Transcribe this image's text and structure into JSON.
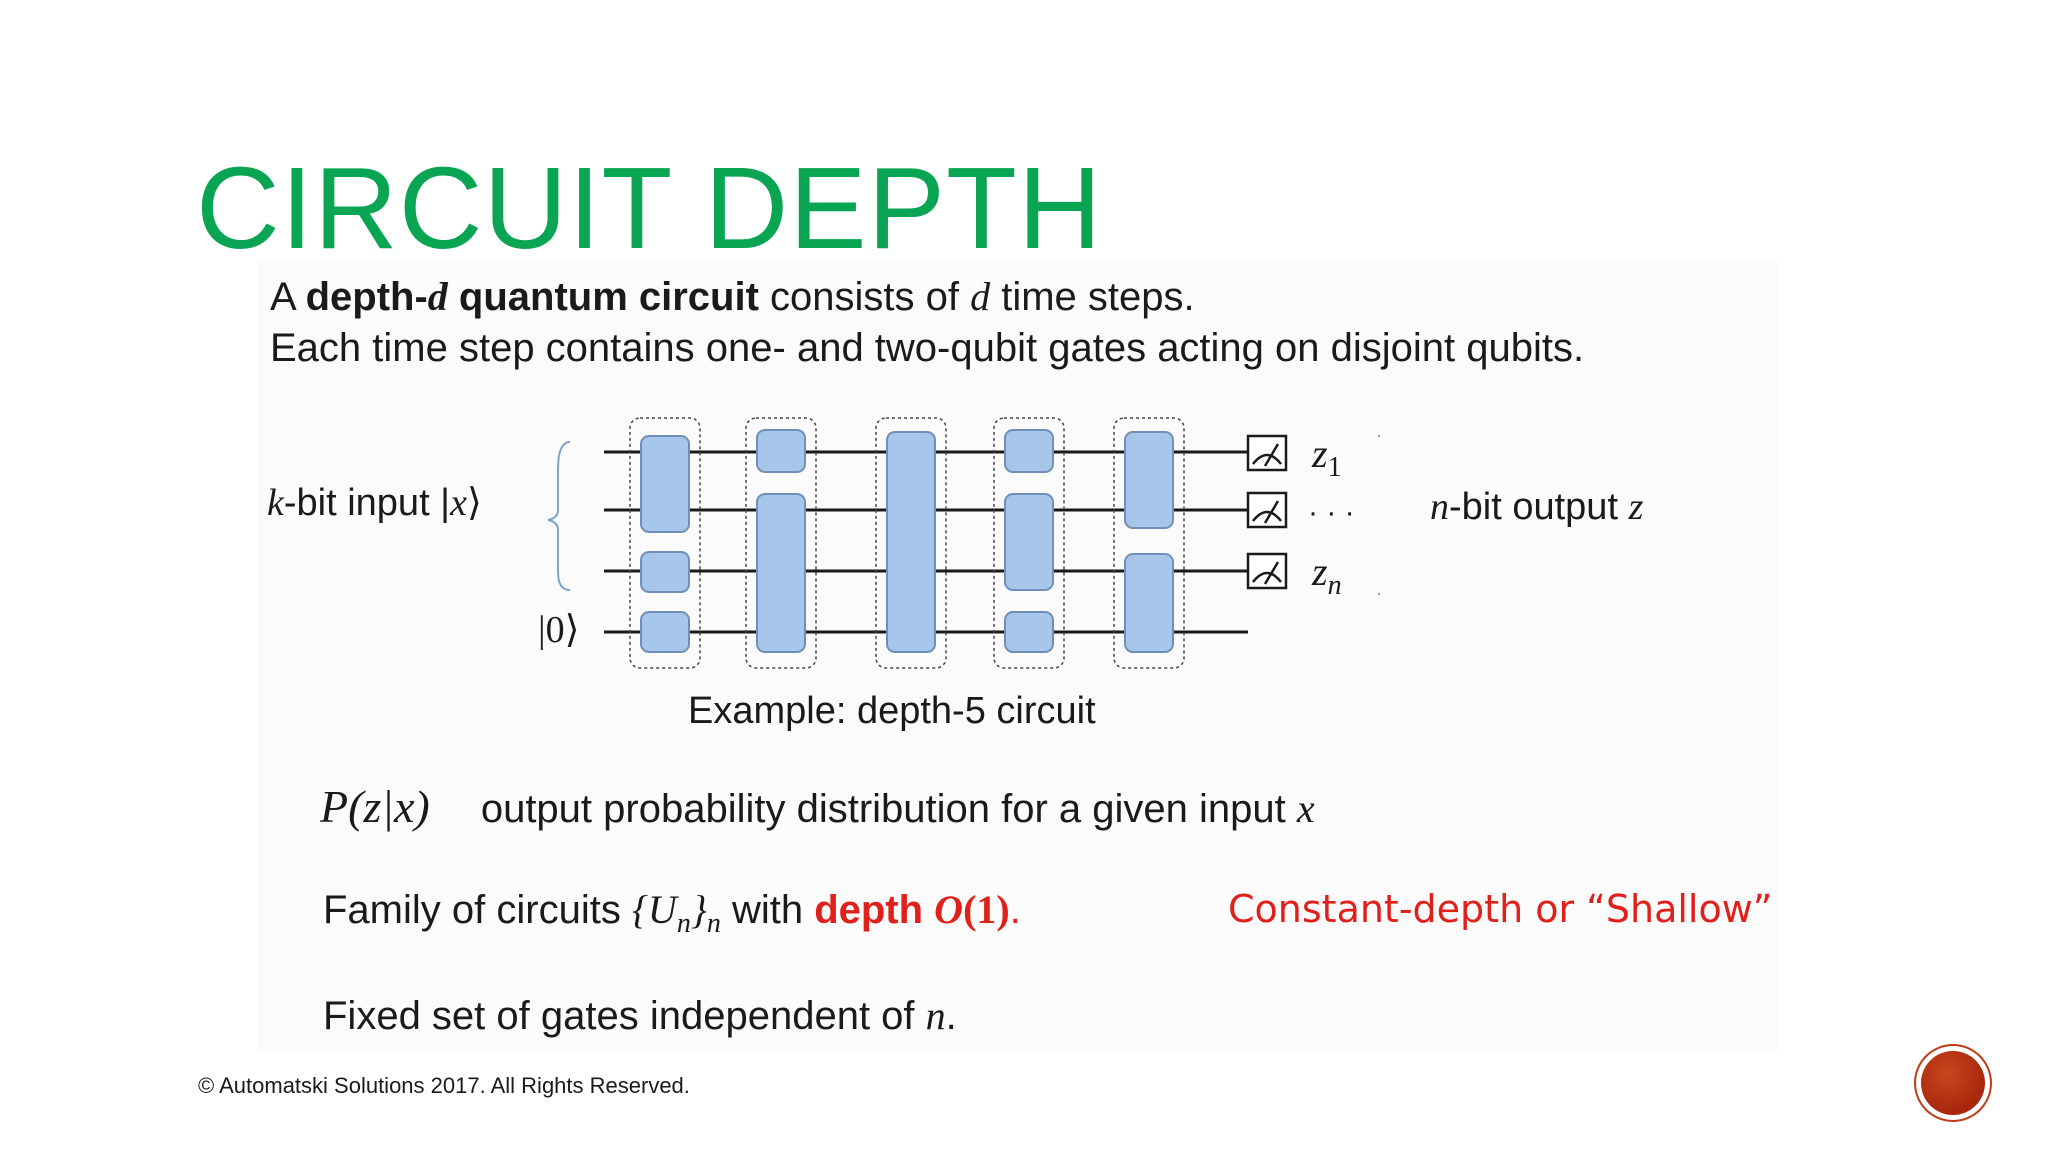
{
  "slide": {
    "title": "CIRCUIT DEPTH",
    "definition": {
      "line1_a": "A ",
      "line1_b": "depth-",
      "line1_c": "d",
      "line1_d": " quantum circuit",
      "line1_e": " consists of ",
      "line1_f": "d",
      "line1_g": " time steps.",
      "line2": "Each time step contains one- and two-qubit gates acting on disjoint qubits."
    },
    "diagram": {
      "input_label_k": "k",
      "input_label_rest": "-bit input |",
      "input_label_x": "x",
      "input_label_close": "⟩",
      "ancilla_label": "|0⟩",
      "output_z1": "z",
      "output_z1_sub": "1",
      "output_dots": "· · ·",
      "output_zn": "z",
      "output_zn_sub": "n",
      "output_label_n": "n",
      "output_label_rest": "-bit output ",
      "output_label_z": "z",
      "caption": "Example: depth-5 circuit"
    },
    "probability": {
      "symbol": "P(z|x)",
      "text": "output probability distribution for a given input ",
      "var": "x"
    },
    "family": {
      "text_a": "Family of circuits ",
      "set": "{U",
      "set_sub": "n",
      "set_close": "}",
      "set_close_sub": "n",
      "text_b": " with ",
      "red_a": "depth ",
      "red_b": "O",
      "red_c": "(1)",
      "red_d": "."
    },
    "note": "Constant-depth or “Shallow”",
    "fixed": {
      "text": "Fixed set of gates independent of ",
      "var": "n",
      "dot": "."
    },
    "copyright": "© Automatski Solutions 2017. All Rights Reserved."
  },
  "colors": {
    "title": "#0aa552",
    "emphasis": "#e0201a",
    "gate_fill": "#a7c7ea",
    "gate_stroke": "#6f8fb8",
    "nav_button": "#b5351a"
  },
  "icons": {
    "measurement": "meter-icon",
    "nav": "circle-button-icon"
  }
}
